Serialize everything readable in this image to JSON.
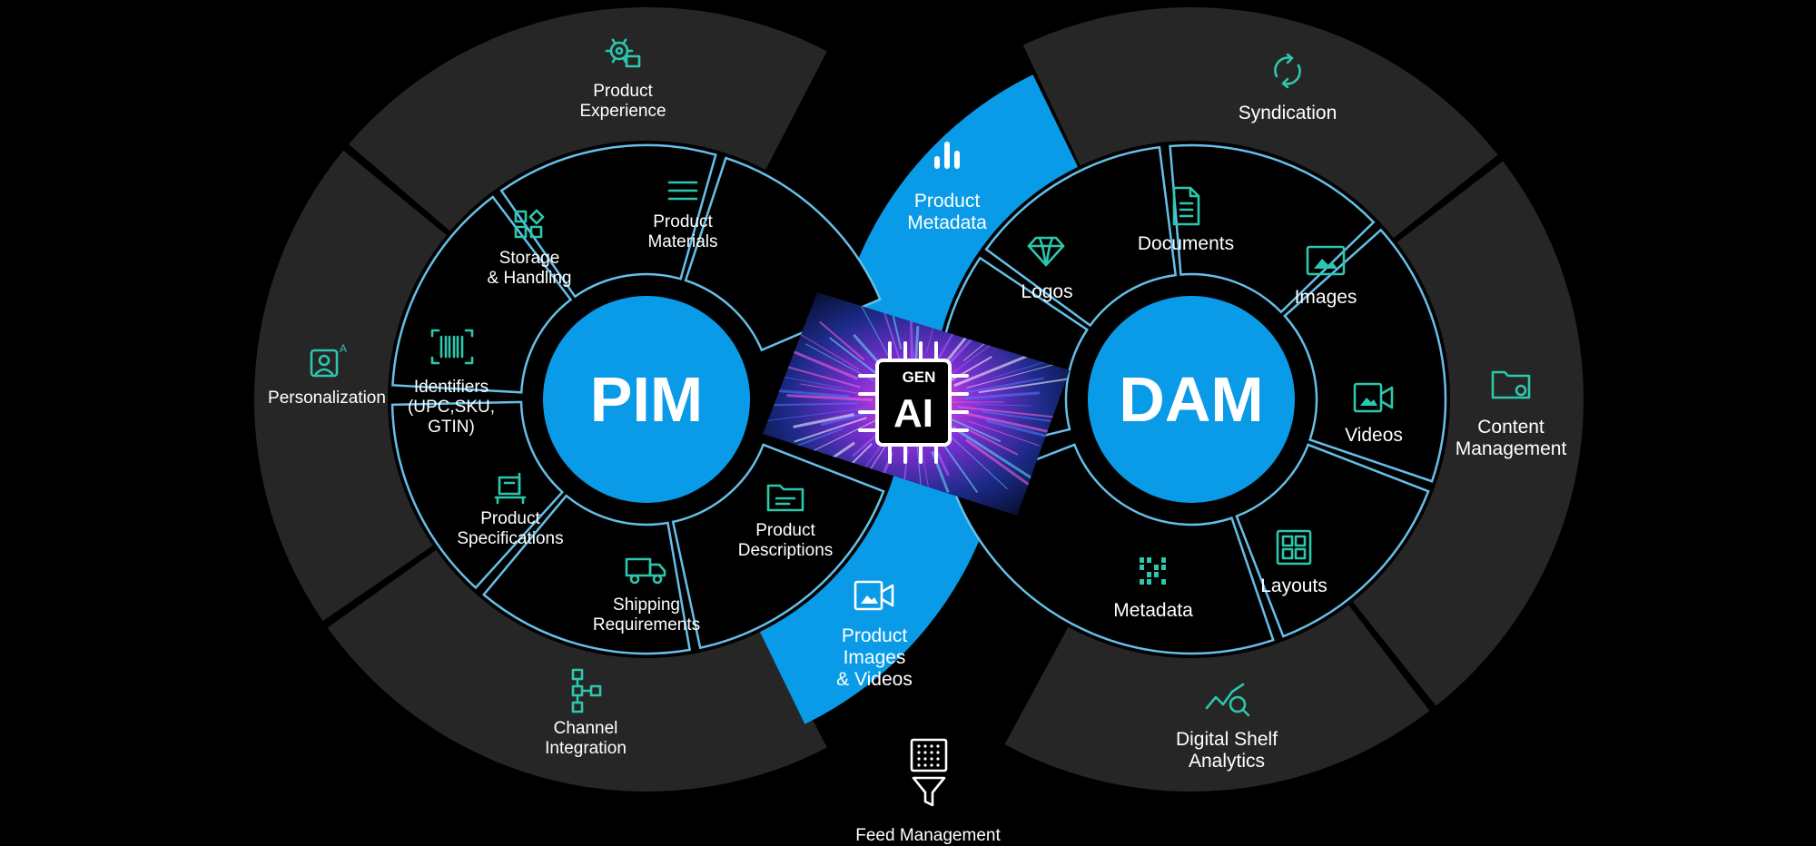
{
  "hubs": {
    "pim": "PIM",
    "dam": "DAM",
    "ai_top": "GEN",
    "ai_main": "AI"
  },
  "pim_outer": [
    {
      "id": "product-experience",
      "lines": [
        "Product",
        "Experience"
      ],
      "icon": "gear-screen-icon"
    },
    {
      "id": "personalization",
      "lines": [
        "Personalization"
      ],
      "icon": "profile-picture-icon"
    },
    {
      "id": "channel-integration",
      "lines": [
        "Channel",
        "Integration"
      ],
      "icon": "flowchart-icon"
    }
  ],
  "pim_inner": [
    {
      "id": "product-materials",
      "lines": [
        "Product",
        "Materials"
      ],
      "icon": "list-lines-icon"
    },
    {
      "id": "storage-handling",
      "lines": [
        "Storage",
        "& Handling"
      ],
      "icon": "shapes-icon"
    },
    {
      "id": "identifiers",
      "lines": [
        "Identifiers",
        "(UPC,SKU,",
        "GTIN)"
      ],
      "icon": "barcode-icon"
    },
    {
      "id": "product-specifications",
      "lines": [
        "Product",
        "Specifications"
      ],
      "icon": "pallet-box-icon"
    },
    {
      "id": "shipping-requirements",
      "lines": [
        "Shipping",
        "Requirements"
      ],
      "icon": "truck-icon"
    },
    {
      "id": "product-descriptions",
      "lines": [
        "Product",
        "Descriptions"
      ],
      "icon": "folder-text-icon"
    }
  ],
  "dam_outer": [
    {
      "id": "syndication",
      "lines": [
        "Syndication"
      ],
      "icon": "sync-arrows-icon"
    },
    {
      "id": "content-management",
      "lines": [
        "Content",
        "Management"
      ],
      "icon": "folder-gear-icon"
    },
    {
      "id": "digital-shelf-analytics",
      "lines": [
        "Digital Shelf",
        "Analytics"
      ],
      "icon": "chart-magnifier-icon"
    }
  ],
  "dam_inner": [
    {
      "id": "logos",
      "lines": [
        "Logos"
      ],
      "icon": "diamond-icon"
    },
    {
      "id": "documents",
      "lines": [
        "Documents"
      ],
      "icon": "document-icon"
    },
    {
      "id": "images",
      "lines": [
        "Images"
      ],
      "icon": "image-icon"
    },
    {
      "id": "videos",
      "lines": [
        "Videos"
      ],
      "icon": "video-camera-icon"
    },
    {
      "id": "layouts",
      "lines": [
        "Layouts"
      ],
      "icon": "grid-layout-icon"
    },
    {
      "id": "metadata",
      "lines": [
        "Metadata"
      ],
      "icon": "metadata-bars-icon"
    }
  ],
  "shared": [
    {
      "id": "product-metadata",
      "lines": [
        "Product",
        "Metadata"
      ],
      "icon": "bar-chart-icon"
    },
    {
      "id": "product-images-videos",
      "lines": [
        "Product",
        "Images",
        "& Videos"
      ],
      "icon": "video-camera-icon"
    }
  ],
  "feed": {
    "label": "Feed Management",
    "icon": "funnel-grid-icon"
  },
  "colors": {
    "accent_blue": "#0a9be8",
    "segment_dark": "#262626",
    "segment_border": "#66bfe8",
    "icon_teal": "#2cc7ad",
    "background": "#000000",
    "text": "#ffffff"
  }
}
